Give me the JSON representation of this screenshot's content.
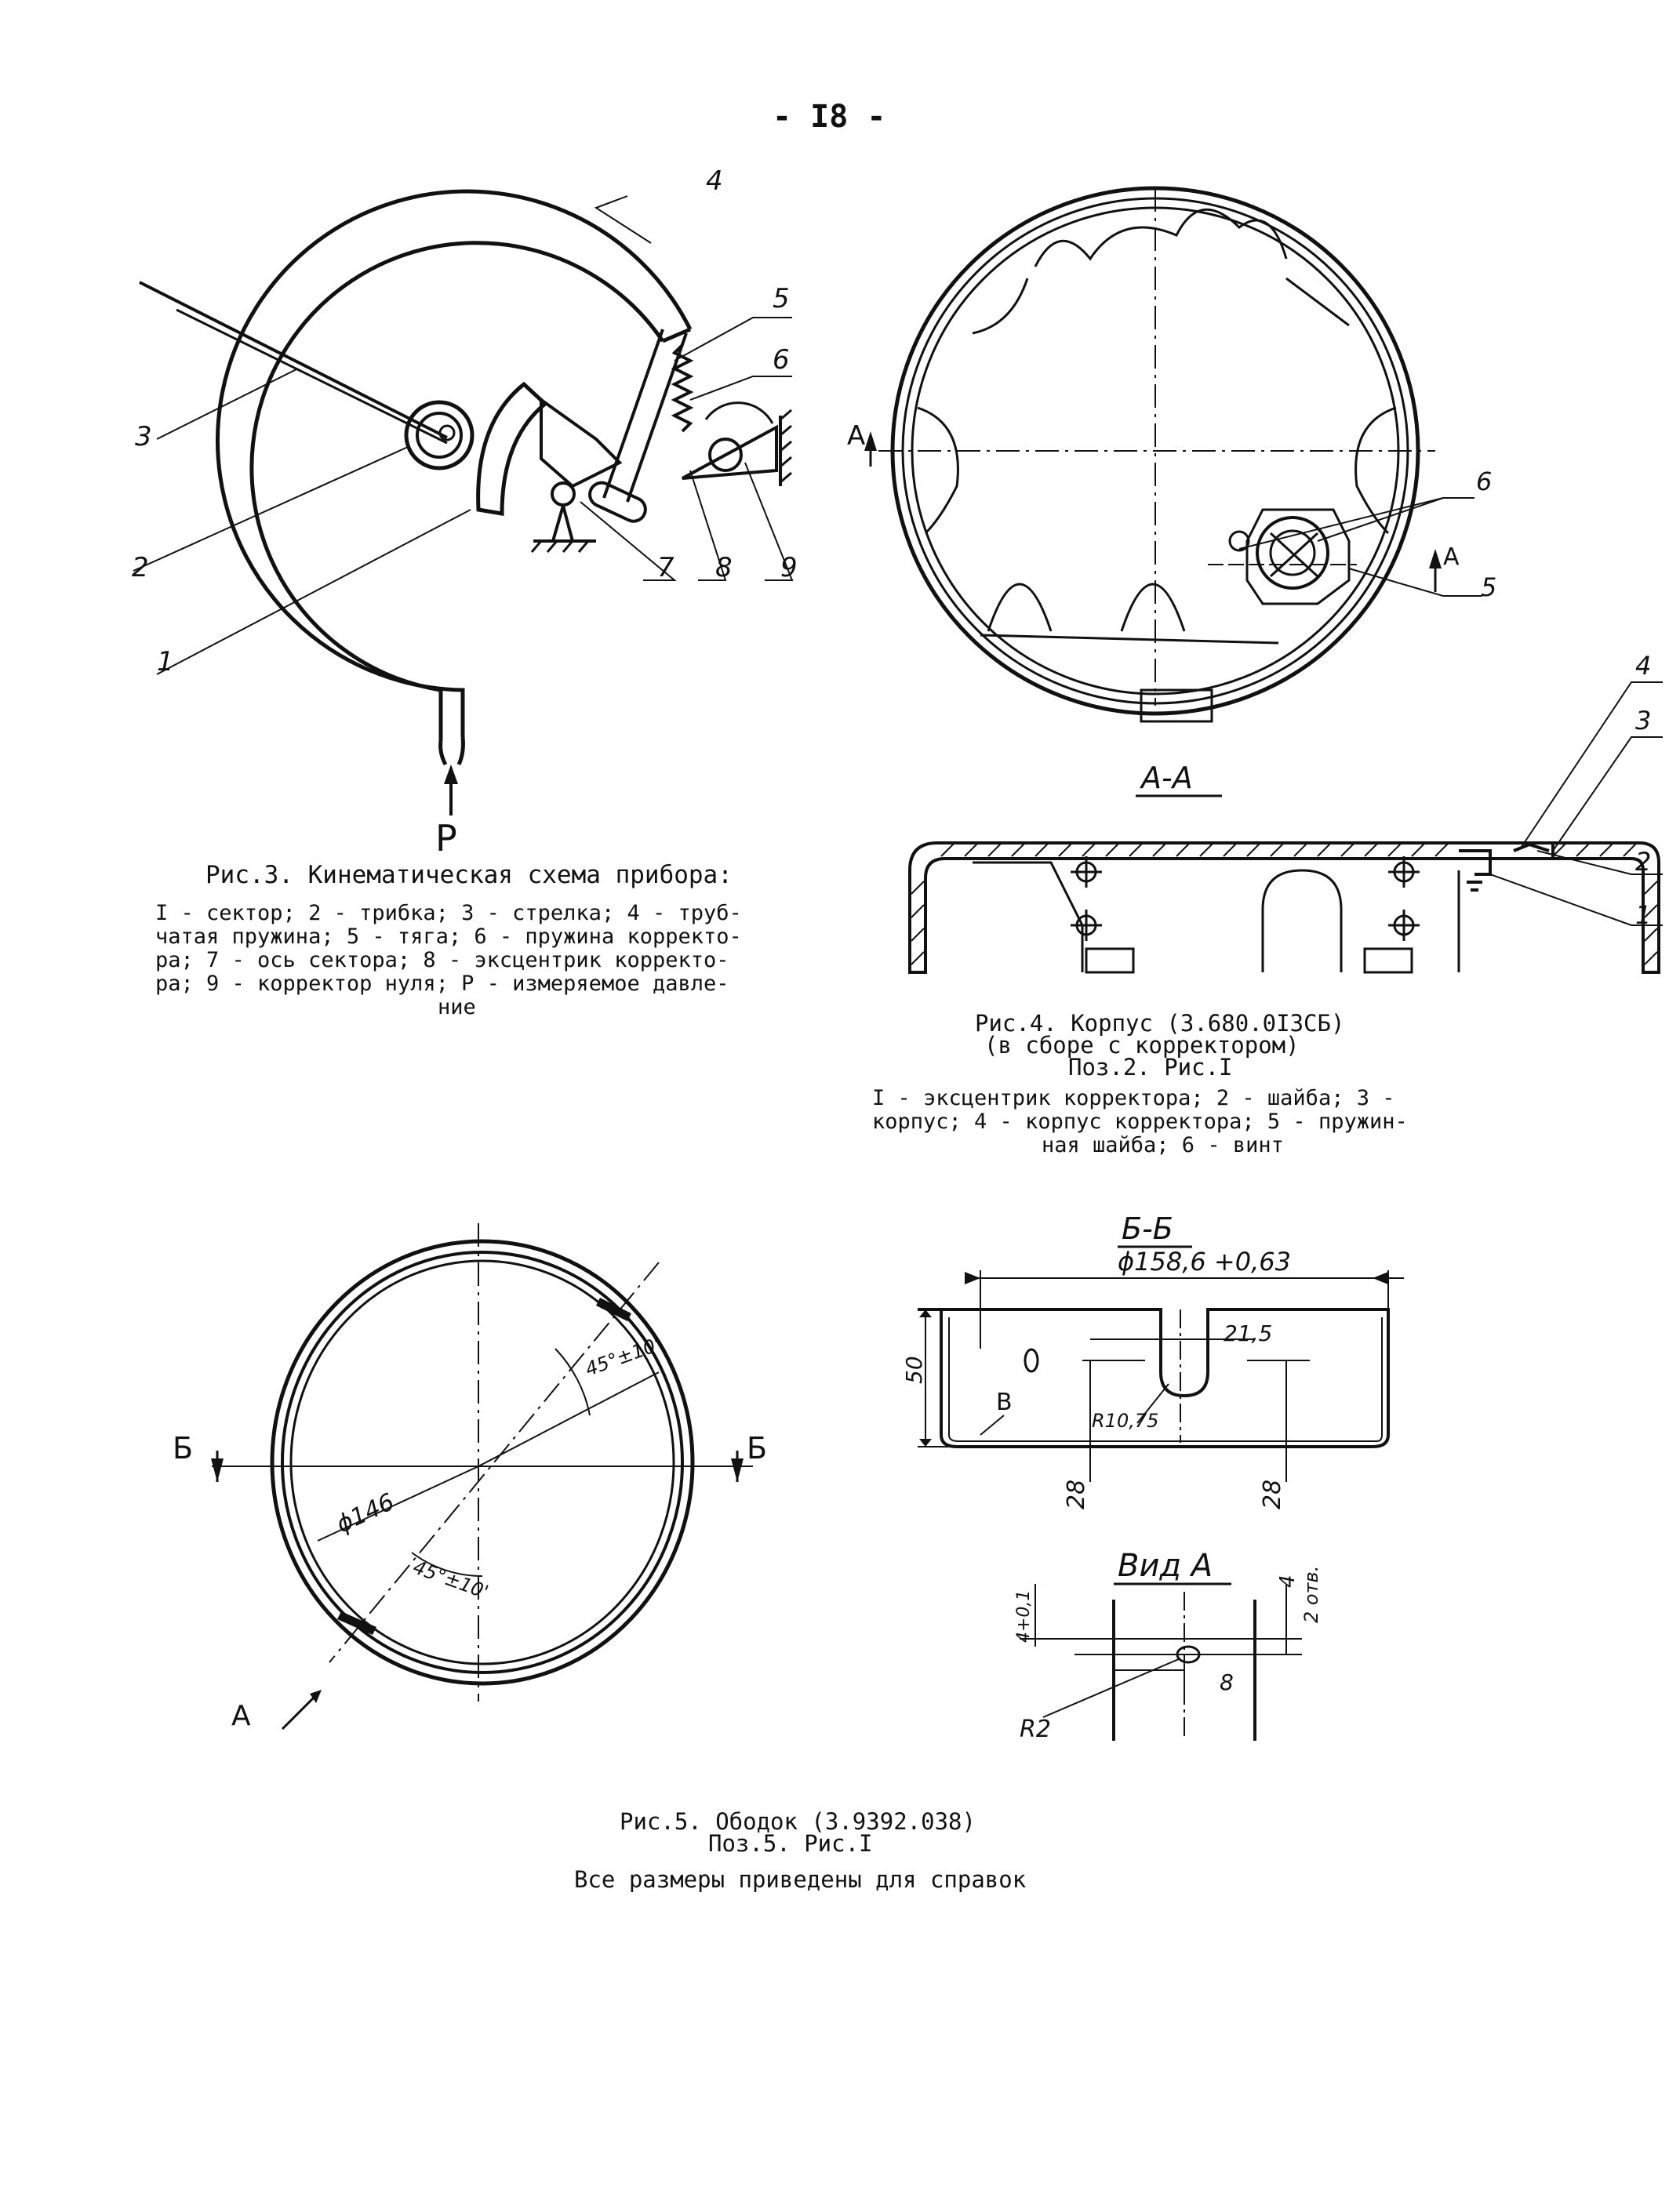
{
  "page": {
    "number": "- I8 -"
  },
  "fig3": {
    "labels": {
      "l1": "1",
      "l2": "2",
      "l3": "3",
      "l4": "4",
      "l5": "5",
      "l6": "6",
      "l7": "7",
      "l8": "8",
      "l9": "9",
      "p": "P"
    },
    "caption": {
      "title": "Рис.3. Кинематическая схема прибора:",
      "line1": "I - сектор; 2 - трибка; 3 - стрелка; 4 - труб-",
      "line2": "чатая пружина; 5 - тяга; 6 - пружина корректо-",
      "line3": "ра; 7 - ось сектора; 8 - эксцентрик корректо-",
      "line4": "ра; 9 - корректор нуля; Р - измеряемое давле-",
      "line5": "ние"
    }
  },
  "fig4": {
    "labels": {
      "a_left": "A",
      "a_right": "A",
      "section": "А-А",
      "l1": "1",
      "l2": "2",
      "l3": "3",
      "l4": "4",
      "l5": "5",
      "l6": "6"
    },
    "caption": {
      "title": "Рис.4. Корпус (3.680.0I3СБ)",
      "line1": "(в сборе с корректором)",
      "line2": "Поз.2. Рис.I",
      "line3": "I - эксцентрик корректора; 2 - шайба; 3 -",
      "line4": "корпус; 4 - корпус корректора; 5 - пружин-",
      "line5": "ная шайба; 6 - винт"
    }
  },
  "fig5": {
    "ring": {
      "b_left": "Б",
      "b_right": "Б",
      "view_a": "А",
      "dia": "ϕ146",
      "ang_top": "45°±10'",
      "ang_bot": "45°±10'"
    },
    "section": {
      "title": "Б-Б",
      "dia": "ϕ158,6 +0,63",
      "height": "50",
      "slot": "21,5",
      "radius": "R10,75",
      "b_mark": "В",
      "dim_left": "28",
      "dim_right": "28"
    },
    "view": {
      "title": "Вид А",
      "dim_left": "4+0,1",
      "dim_right": "4",
      "holes": "2 отв.",
      "radius": "R2",
      "dim_bottom": "8"
    },
    "caption": {
      "title": "Рис.5. Ободок (3.9392.038)",
      "line1": "Поз.5. Рис.I",
      "line2": "Все размеры приведены для справок"
    }
  }
}
